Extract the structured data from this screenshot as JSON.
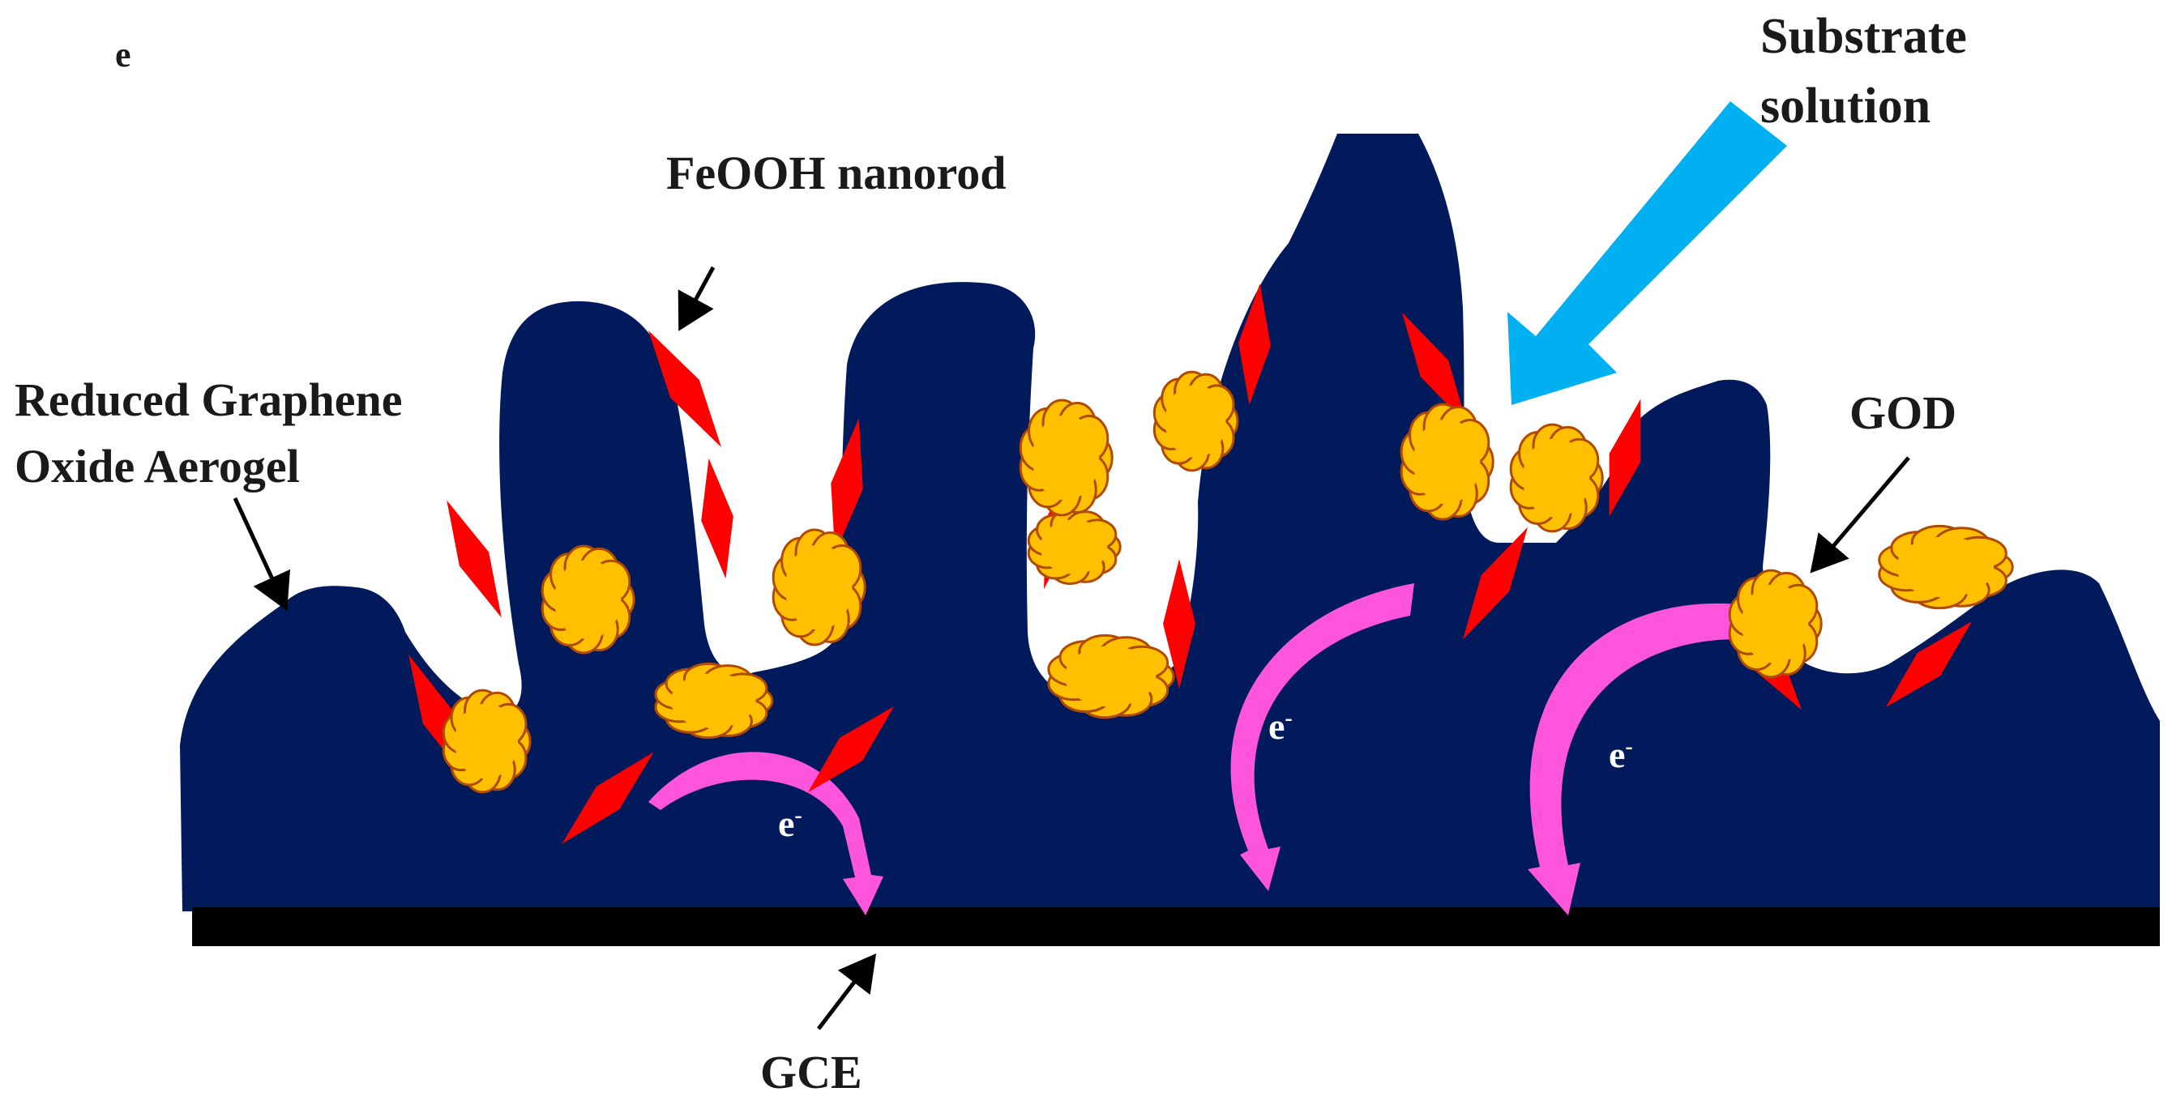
{
  "panel_letter": "e",
  "labels": {
    "substrate_line1": "Substrate",
    "substrate_line2": "solution",
    "feooh": "FeOOH nanorod",
    "rgo_line1": "Reduced Graphene",
    "rgo_line2": "Oxide Aerogel",
    "god": "GOD",
    "gce": "GCE",
    "electron_base": "e",
    "electron_sup": "-"
  },
  "colors": {
    "aerogel": "#001a5c",
    "electrode": "#000000",
    "nanorod": "#ff0000",
    "enzyme": "#ffc000",
    "enzyme_outline": "#b04a00",
    "electron_arrow": "#ff55dd",
    "substrate_arrow": "#00b0f0",
    "pointer": "#000000"
  }
}
